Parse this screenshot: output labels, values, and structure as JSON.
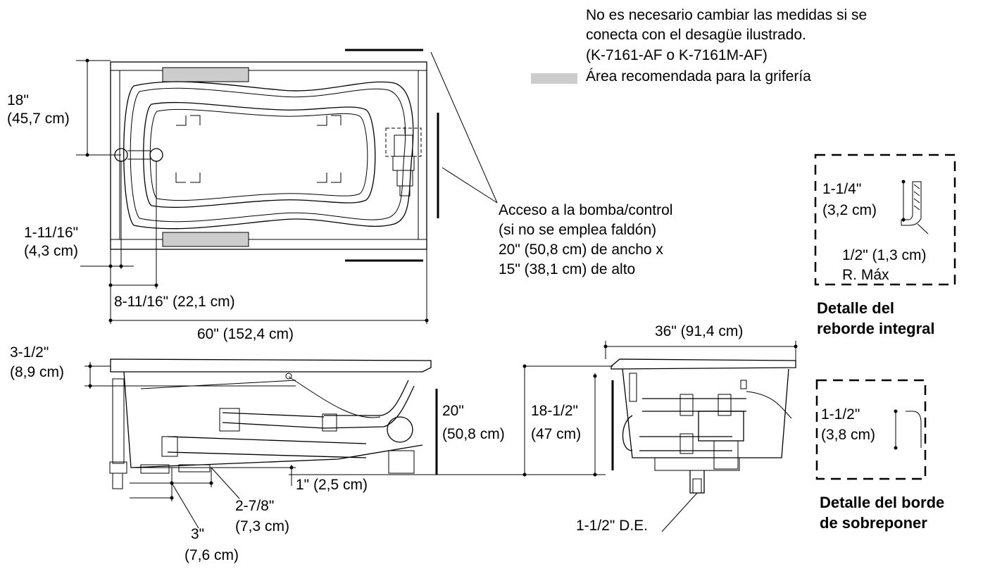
{
  "notes": {
    "line1": "No es necesario cambiar las medidas si se",
    "line2": "conecta con el desagüe ilustrado.",
    "line3": "(K-7161-AF o K-7161M-AF)",
    "legend_label": "Área recomendada para la grifería",
    "legend_color": "#cccccc"
  },
  "plan": {
    "dim_18_in": "18\"",
    "dim_18_cm": "(45,7 cm)",
    "dim_1_11_16_in": "1-11/16\"",
    "dim_1_11_16_cm": "(4,3 cm)",
    "dim_8_11_16": "8-11/16\" (22,1 cm)",
    "dim_60": "60\" (152,4 cm)",
    "access_1": "Acceso a la bomba/control",
    "access_2": "(si no se emplea faldón)",
    "access_3": "20\" (50,8 cm) de ancho x",
    "access_4": "15\" (38,1 cm) de alto"
  },
  "side": {
    "dim_3_1_2_in": "3-1/2\"",
    "dim_3_1_2_cm": "(8,9 cm)",
    "dim_20_in": "20\"",
    "dim_20_cm": "(50,8 cm)",
    "dim_1": "1\" (2,5 cm)",
    "dim_2_7_8_in": "2-7/8\"",
    "dim_2_7_8_cm": "(7,3 cm)",
    "dim_3_in": "3\"",
    "dim_3_cm": "(7,6 cm)"
  },
  "end": {
    "dim_36": "36\" (91,4 cm)",
    "dim_18_1_2_in": "18-1/2\"",
    "dim_18_1_2_cm": "(47 cm)",
    "drain": "1-1/2\" D.E."
  },
  "rim_detail": {
    "dim_1_1_4_in": "1-1/4\"",
    "dim_1_1_4_cm": "(3,2 cm)",
    "radius": "1/2\" (1,3 cm)",
    "radius_max": "R. Máx",
    "title_1": "Detalle del",
    "title_2": "reborde integral"
  },
  "drop_detail": {
    "dim_in": "1-1/2\"",
    "dim_cm": "(3,8 cm)",
    "title_1": "Detalle del borde",
    "title_2": "de sobreponer"
  }
}
